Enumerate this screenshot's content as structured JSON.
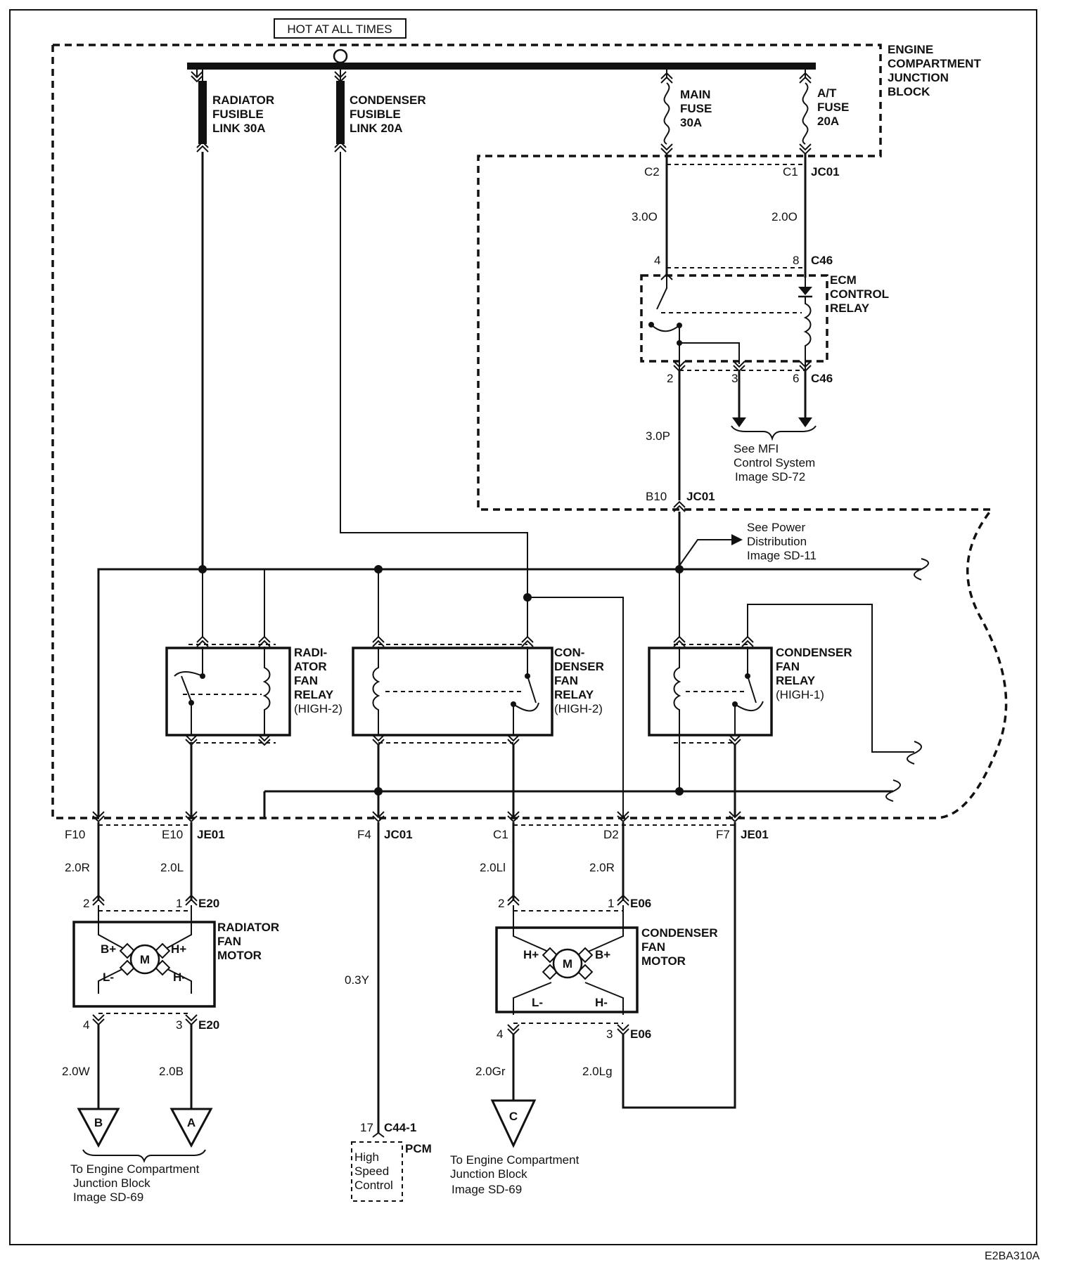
{
  "power": {
    "hot_label": "HOT AT ALL TIMES"
  },
  "junction_block": {
    "l1": "ENGINE",
    "l2": "COMPARTMENT",
    "l3": "JUNCTION",
    "l4": "BLOCK"
  },
  "fuses": {
    "radiator_link": {
      "l1": "RADIATOR",
      "l2": "FUSIBLE",
      "l3": "LINK 30A"
    },
    "condenser_link": {
      "l1": "CONDENSER",
      "l2": "FUSIBLE",
      "l3": "LINK 20A"
    },
    "main_fuse": {
      "l1": "MAIN",
      "l2": "FUSE",
      "l3": "30A"
    },
    "at_fuse": {
      "l1": "A/T",
      "l2": "FUSE",
      "l3": "20A"
    }
  },
  "connectors": {
    "c2": "C2",
    "c1": "C1",
    "jc01": "JC01",
    "pin4": "4",
    "pin8": "8",
    "c46": "C46",
    "pin2": "2",
    "pin3": "3",
    "pin6": "6",
    "c46b": "C46",
    "b10": "B10",
    "jc01b": "JC01",
    "f10": "F10",
    "e10": "E10",
    "je01": "JE01",
    "f4": "F4",
    "jc01c": "JC01",
    "c1b": "C1",
    "d2": "D2",
    "f7": "F7",
    "je01b": "JE01",
    "rad_p2": "2",
    "rad_p1": "1",
    "e20a": "E20",
    "rad_p4": "4",
    "rad_p3": "3",
    "e20b": "E20",
    "con_p2": "2",
    "con_p1": "1",
    "e06a": "E06",
    "con_p4": "4",
    "con_p3": "3",
    "e06b": "E06",
    "pcm_pin": "17",
    "c44": "C44-1"
  },
  "wires": {
    "w1": "3.0O",
    "w2": "2.0O",
    "w3": "3.0P",
    "w4": "2.0R",
    "w5": "2.0L",
    "w6": "2.0Ll",
    "w7": "2.0R",
    "w8": "0.3Y",
    "w9": "2.0W",
    "w10": "2.0B",
    "w11": "2.0Gr",
    "w12": "2.0Lg"
  },
  "ecm_relay": {
    "l1": "ECM",
    "l2": "CONTROL",
    "l3": "RELAY"
  },
  "mfi_ref": {
    "l1": "See MFI",
    "l2": "Control System",
    "l3": "Image SD-72"
  },
  "power_dist_ref": {
    "l1": "See Power",
    "l2": "Distribution",
    "l3": "Image SD-11"
  },
  "relays": {
    "radiator_high2": {
      "l1": "RADI-",
      "l2": "ATOR",
      "l3": "FAN",
      "l4": "RELAY",
      "l5": "(HIGH-2)"
    },
    "condenser_high2": {
      "l1": "CON-",
      "l2": "DENSER",
      "l3": "FAN",
      "l4": "RELAY",
      "l5": "(HIGH-2)"
    },
    "condenser_high1": {
      "l1": "CONDENSER",
      "l2": "FAN",
      "l3": "RELAY",
      "l4": "(HIGH-1)"
    }
  },
  "motors": {
    "radiator": {
      "l1": "RADIATOR",
      "l2": "FAN",
      "l3": "MOTOR",
      "bp": "B+",
      "hp": "H+",
      "lm": "L-",
      "hm": "H-",
      "m": "M"
    },
    "condenser": {
      "l1": "CONDENSER",
      "l2": "FAN",
      "l3": "MOTOR",
      "hp": "H+",
      "bp": "B+",
      "lm": "L-",
      "hm": "H-",
      "m": "M"
    }
  },
  "grounds": {
    "b": "B",
    "a": "A",
    "c": "C"
  },
  "refs": {
    "left": {
      "l1": "To Engine Compartment",
      "l2": "Junction Block",
      "l3": "Image SD-69"
    },
    "right": {
      "l1": "To Engine Compartment",
      "l2": "Junction Block",
      "l3": "Image SD-69"
    }
  },
  "pcm": {
    "label": "PCM",
    "l1": "High",
    "l2": "Speed",
    "l3": "Control"
  },
  "figure_code": "E2BA310A"
}
